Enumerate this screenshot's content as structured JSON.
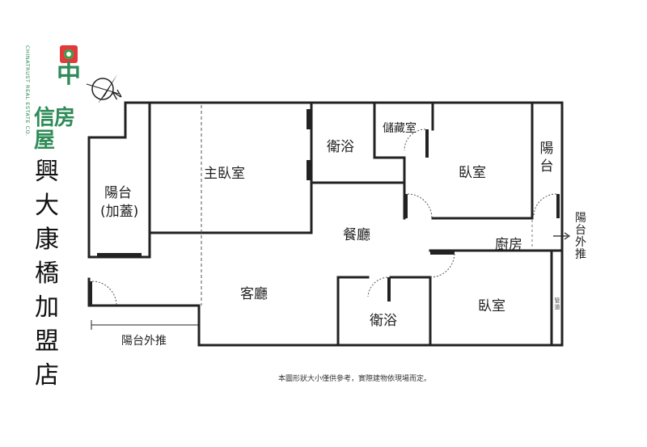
{
  "logo": {
    "english": "CHINATRUST REAL ESTATE CO.",
    "chinese_line1": "中",
    "chinese_line2": "信房屋",
    "brand_color": "#2e8b57",
    "mark_color": "#e23a3a"
  },
  "compass": {
    "north_label": "N"
  },
  "store_name_chars": [
    "興",
    "大",
    "康",
    "橋",
    "加",
    "盟",
    "店"
  ],
  "rooms": {
    "balcony_covered_1": "陽台",
    "balcony_covered_2": "(加蓋)",
    "master_bedroom": "主臥室",
    "bathroom_top": "衛浴",
    "storage": "儲藏室",
    "bedroom_top": "臥室",
    "balcony_right_chars": [
      "陽",
      "台"
    ],
    "dining": "餐廳",
    "kitchen": "廚房",
    "living": "客廳",
    "bathroom_bottom": "衛浴",
    "bedroom_bottom": "臥室",
    "shaft_chars": [
      "管",
      "道"
    ]
  },
  "annotations": {
    "balcony_extend_left": "陽台外推",
    "balcony_extend_right_chars": [
      "陽",
      "台",
      "外",
      "推"
    ]
  },
  "disclaimer": "本圖形狀大小僅供參考，實際建物依現場而定。",
  "colors": {
    "wall": "#222222",
    "door_arc": "#555555"
  }
}
